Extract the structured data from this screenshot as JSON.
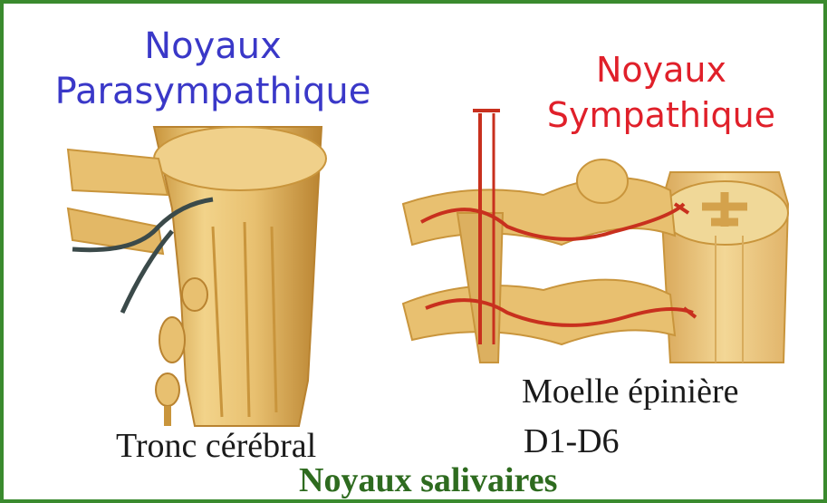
{
  "diagram": {
    "parasympathetic_title_line1": "Noyaux",
    "parasympathetic_title_line2": "Parasympathique",
    "sympathetic_title_line1": "Noyaux",
    "sympathetic_title_line2": "Sympathique",
    "brainstem_label": "Tronc cérébral",
    "spinal_label_line1": "Moelle épinière",
    "spinal_label_line2": "D1-D6",
    "caption": "Noyaux salivaires"
  },
  "colors": {
    "frame": "#3a8a2e",
    "parasympathetic_title": "#3a38c8",
    "sympathetic_title": "#e0202a",
    "caption": "#2e6b1f",
    "tissue": "#e8c070",
    "tissue_shade": "#c9953c",
    "nerve_dark": "#3b4a4a",
    "nerve_red": "#c8301e"
  }
}
